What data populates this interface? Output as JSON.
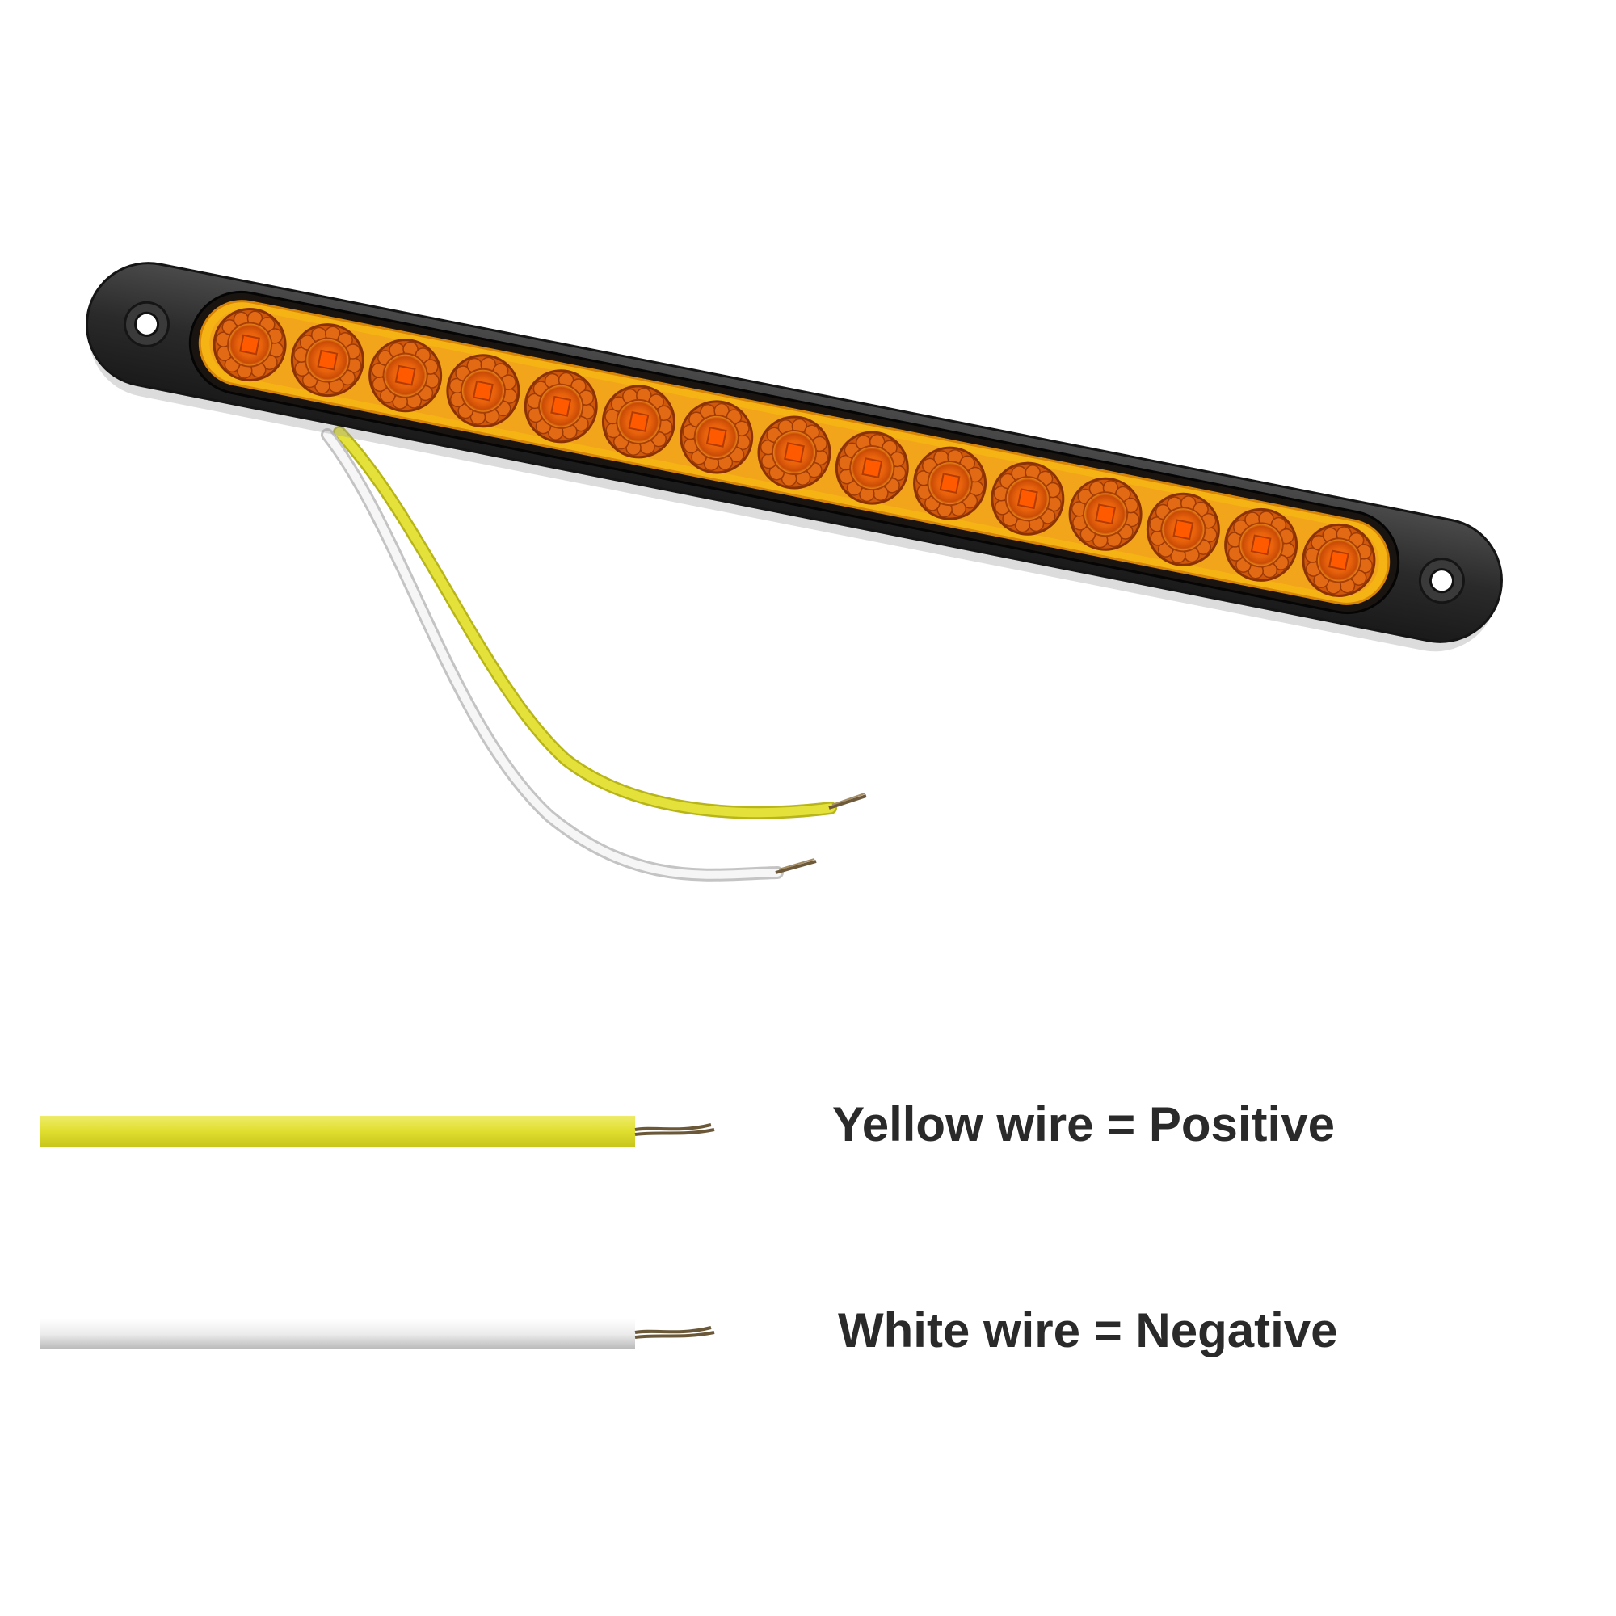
{
  "product": {
    "led_count": 15,
    "housing_color": "#2b2b2b",
    "lens_ring_color": "#f5b414",
    "led_color": "#e8630a",
    "led_core_color": "#ff5a00"
  },
  "wires": [
    {
      "id": "yellow",
      "color": "#e4e23a",
      "label": "Yellow wire = Positive"
    },
    {
      "id": "white",
      "color": "#f1f1f1",
      "label": "White wire = Negative"
    }
  ]
}
